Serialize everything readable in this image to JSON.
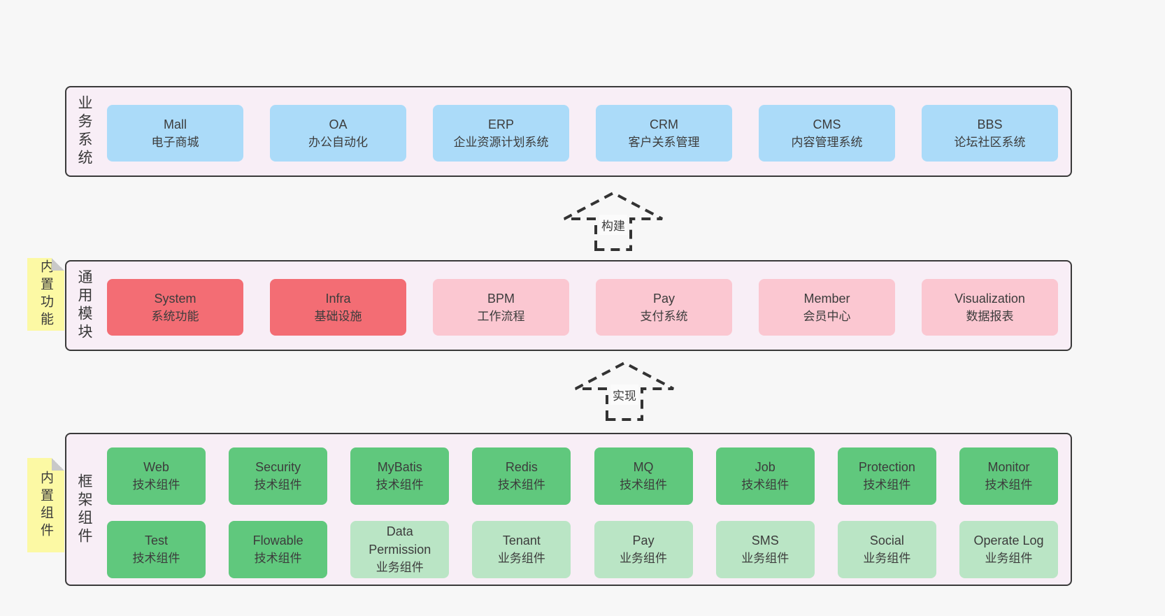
{
  "colors": {
    "page_bg": "#f7f7f7",
    "panel_bg": "#f8eef6",
    "panel_border": "#3a3a3a",
    "blue": "#abdbf9",
    "red": "#f36d74",
    "pink": "#fbc7d1",
    "green": "#60c87d",
    "green_light": "#bae5c5",
    "sticky_yellow": "#fcf9a4",
    "fold_gray": "#c9c9c9",
    "text": "#3c3c3c"
  },
  "panels": [
    {
      "label": "业务系统",
      "boxes": [
        {
          "name": "Mall",
          "desc": "电子商城",
          "variant": "blue"
        },
        {
          "name": "OA",
          "desc": "办公自动化",
          "variant": "blue"
        },
        {
          "name": "ERP",
          "desc": "企业资源计划系统",
          "variant": "blue"
        },
        {
          "name": "CRM",
          "desc": "客户关系管理",
          "variant": "blue"
        },
        {
          "name": "CMS",
          "desc": "内容管理系统",
          "variant": "blue"
        },
        {
          "name": "BBS",
          "desc": "论坛社区系统",
          "variant": "blue"
        }
      ]
    },
    {
      "label": "通用模块",
      "boxes": [
        {
          "name": "System",
          "desc": "系统功能",
          "variant": "red"
        },
        {
          "name": "Infra",
          "desc": "基础设施",
          "variant": "red"
        },
        {
          "name": "BPM",
          "desc": "工作流程",
          "variant": "pink"
        },
        {
          "name": "Pay",
          "desc": "支付系统",
          "variant": "pink"
        },
        {
          "name": "Member",
          "desc": "会员中心",
          "variant": "pink"
        },
        {
          "name": "Visualization",
          "desc": "数据报表",
          "variant": "pink"
        }
      ]
    },
    {
      "label": "框架组件",
      "boxes": [
        {
          "name": "Web",
          "desc": "技术组件",
          "variant": "green"
        },
        {
          "name": "Security",
          "desc": "技术组件",
          "variant": "green"
        },
        {
          "name": "MyBatis",
          "desc": "技术组件",
          "variant": "green"
        },
        {
          "name": "Redis",
          "desc": "技术组件",
          "variant": "green"
        },
        {
          "name": "MQ",
          "desc": "技术组件",
          "variant": "green"
        },
        {
          "name": "Job",
          "desc": "技术组件",
          "variant": "green"
        },
        {
          "name": "Protection",
          "desc": "技术组件",
          "variant": "green"
        },
        {
          "name": "Monitor",
          "desc": "技术组件",
          "variant": "green"
        },
        {
          "name": "Test",
          "desc": "技术组件",
          "variant": "green"
        },
        {
          "name": "Flowable",
          "desc": "技术组件",
          "variant": "green"
        },
        {
          "name": "Data Permission",
          "desc": "业务组件",
          "variant": "green-light"
        },
        {
          "name": "Tenant",
          "desc": "业务组件",
          "variant": "green-light"
        },
        {
          "name": "Pay",
          "desc": "业务组件",
          "variant": "green-light"
        },
        {
          "name": "SMS",
          "desc": "业务组件",
          "variant": "green-light"
        },
        {
          "name": "Social",
          "desc": "业务组件",
          "variant": "green-light"
        },
        {
          "name": "Operate Log",
          "desc": "业务组件",
          "variant": "green-light"
        }
      ]
    }
  ],
  "arrows": [
    {
      "label": "构建"
    },
    {
      "label": "实现"
    }
  ],
  "stickies": [
    {
      "label": "内置功能"
    },
    {
      "label": "内置组件"
    }
  ]
}
